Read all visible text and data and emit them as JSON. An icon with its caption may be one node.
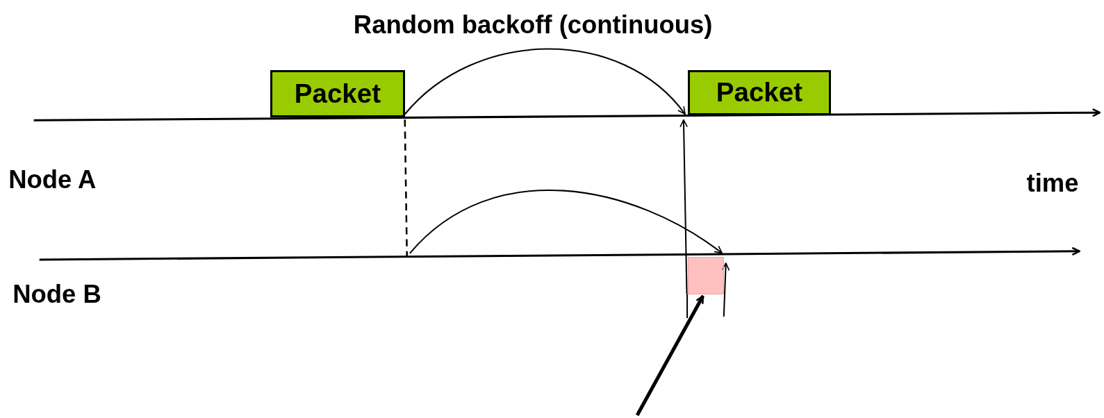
{
  "diagram": {
    "nodes": [
      {
        "text": [
          "Packet"
        ]
      },
      {
        "text": [
          "Packet"
        ]
      },
      {
        "text": [],
        "shape": "box"
      }
    ],
    "edges": [
      {
        "from": 0,
        "to": 1,
        "arrow": "to",
        "label": "Random backoff (continuous)"
      },
      {
        "from": null,
        "to": 2,
        "arrow": "to"
      },
      {
        "from": 2,
        "to": 1,
        "arrow": "to"
      },
      {
        "from": null,
        "to": 2,
        "arrow": "to",
        "style": "thick"
      }
    ],
    "labels": [
      "Node A",
      "time",
      "Node B"
    ]
  }
}
